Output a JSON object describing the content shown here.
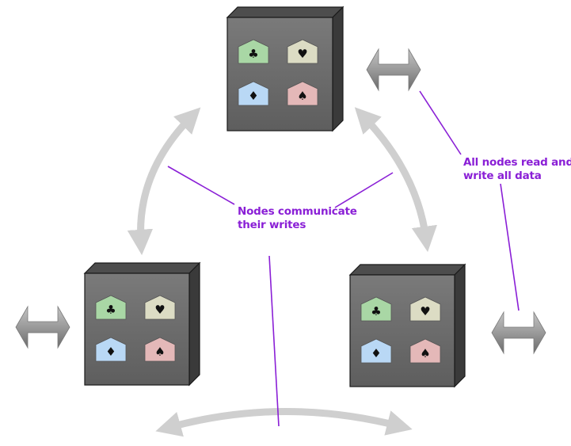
{
  "annotations": {
    "communicate": [
      "Nodes communicate",
      "their writes"
    ],
    "read_write": [
      "All nodes read and",
      "write all data"
    ]
  },
  "nodes": [
    {
      "name": "top-node",
      "partitions": [
        {
          "suit": "♣",
          "color": "#a9d7a5"
        },
        {
          "suit": "♥",
          "color": "#dcdcc4"
        },
        {
          "suit": "♦",
          "color": "#b9d8f5"
        },
        {
          "suit": "♠",
          "color": "#e4b8b8"
        }
      ]
    },
    {
      "name": "left-node",
      "partitions": [
        {
          "suit": "♣",
          "color": "#a9d7a5"
        },
        {
          "suit": "♥",
          "color": "#dcdcc4"
        },
        {
          "suit": "♦",
          "color": "#b9d8f5"
        },
        {
          "suit": "♠",
          "color": "#e4b8b8"
        }
      ]
    },
    {
      "name": "right-node",
      "partitions": [
        {
          "suit": "♣",
          "color": "#a9d7a5"
        },
        {
          "suit": "♥",
          "color": "#dcdcc4"
        },
        {
          "suit": "♦",
          "color": "#b9d8f5"
        },
        {
          "suit": "♠",
          "color": "#e4b8b8"
        }
      ]
    }
  ],
  "colors": {
    "annotation": "#8a1fd6",
    "node_front": "#6b6b6b",
    "arrow": "#cfcfcf",
    "io_arrow": "#9a9a9a"
  }
}
